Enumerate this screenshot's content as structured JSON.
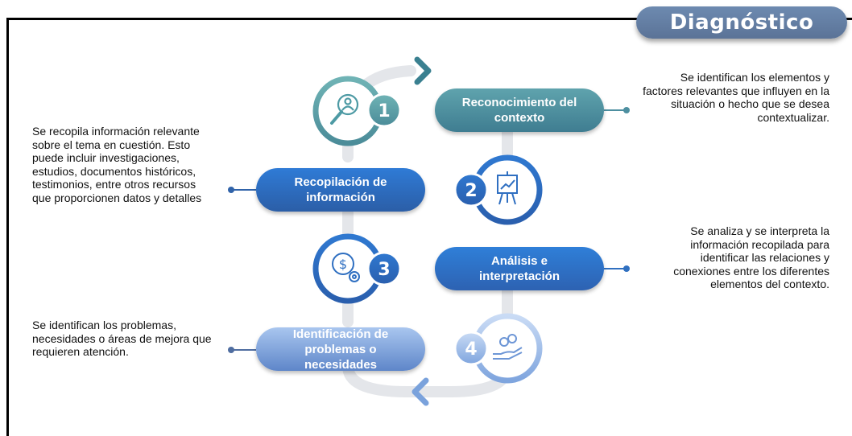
{
  "title": "Diagnóstico",
  "steps": [
    {
      "number": "1",
      "label": "Reconocimiento del contexto",
      "icon": "search-person-icon",
      "description": "Se identifican los elementos y factores relevantes que influyen en la situación o hecho que se desea contextualizar."
    },
    {
      "number": "2",
      "label": "Recopilación de información",
      "icon": "presentation-chart-icon",
      "description": "Se recopila información relevante sobre el tema en cuestión. Esto puede incluir investigaciones, estudios, documentos históricos, testimonios, entre otros recursos que proporcionen datos y detalles"
    },
    {
      "number": "3",
      "label": "Análisis e interpretación",
      "icon": "money-gear-icon",
      "description": "Se analiza y se interpreta la información recopilada para identificar las relaciones y conexiones entre los diferentes elementos del contexto."
    },
    {
      "number": "4",
      "label": "Identificación de problemas o necesidades",
      "icon": "hand-coins-icon",
      "description": "Se identifican los problemas, necesidades o áreas de mejora que requieren atención."
    }
  ],
  "colors": {
    "step1": "#5a9ea8",
    "step2": "#2f6fc1",
    "step3": "#2f74c8",
    "step4": "#8fb4e6",
    "badge": "#6482a8",
    "track": "#e6e8ec"
  }
}
